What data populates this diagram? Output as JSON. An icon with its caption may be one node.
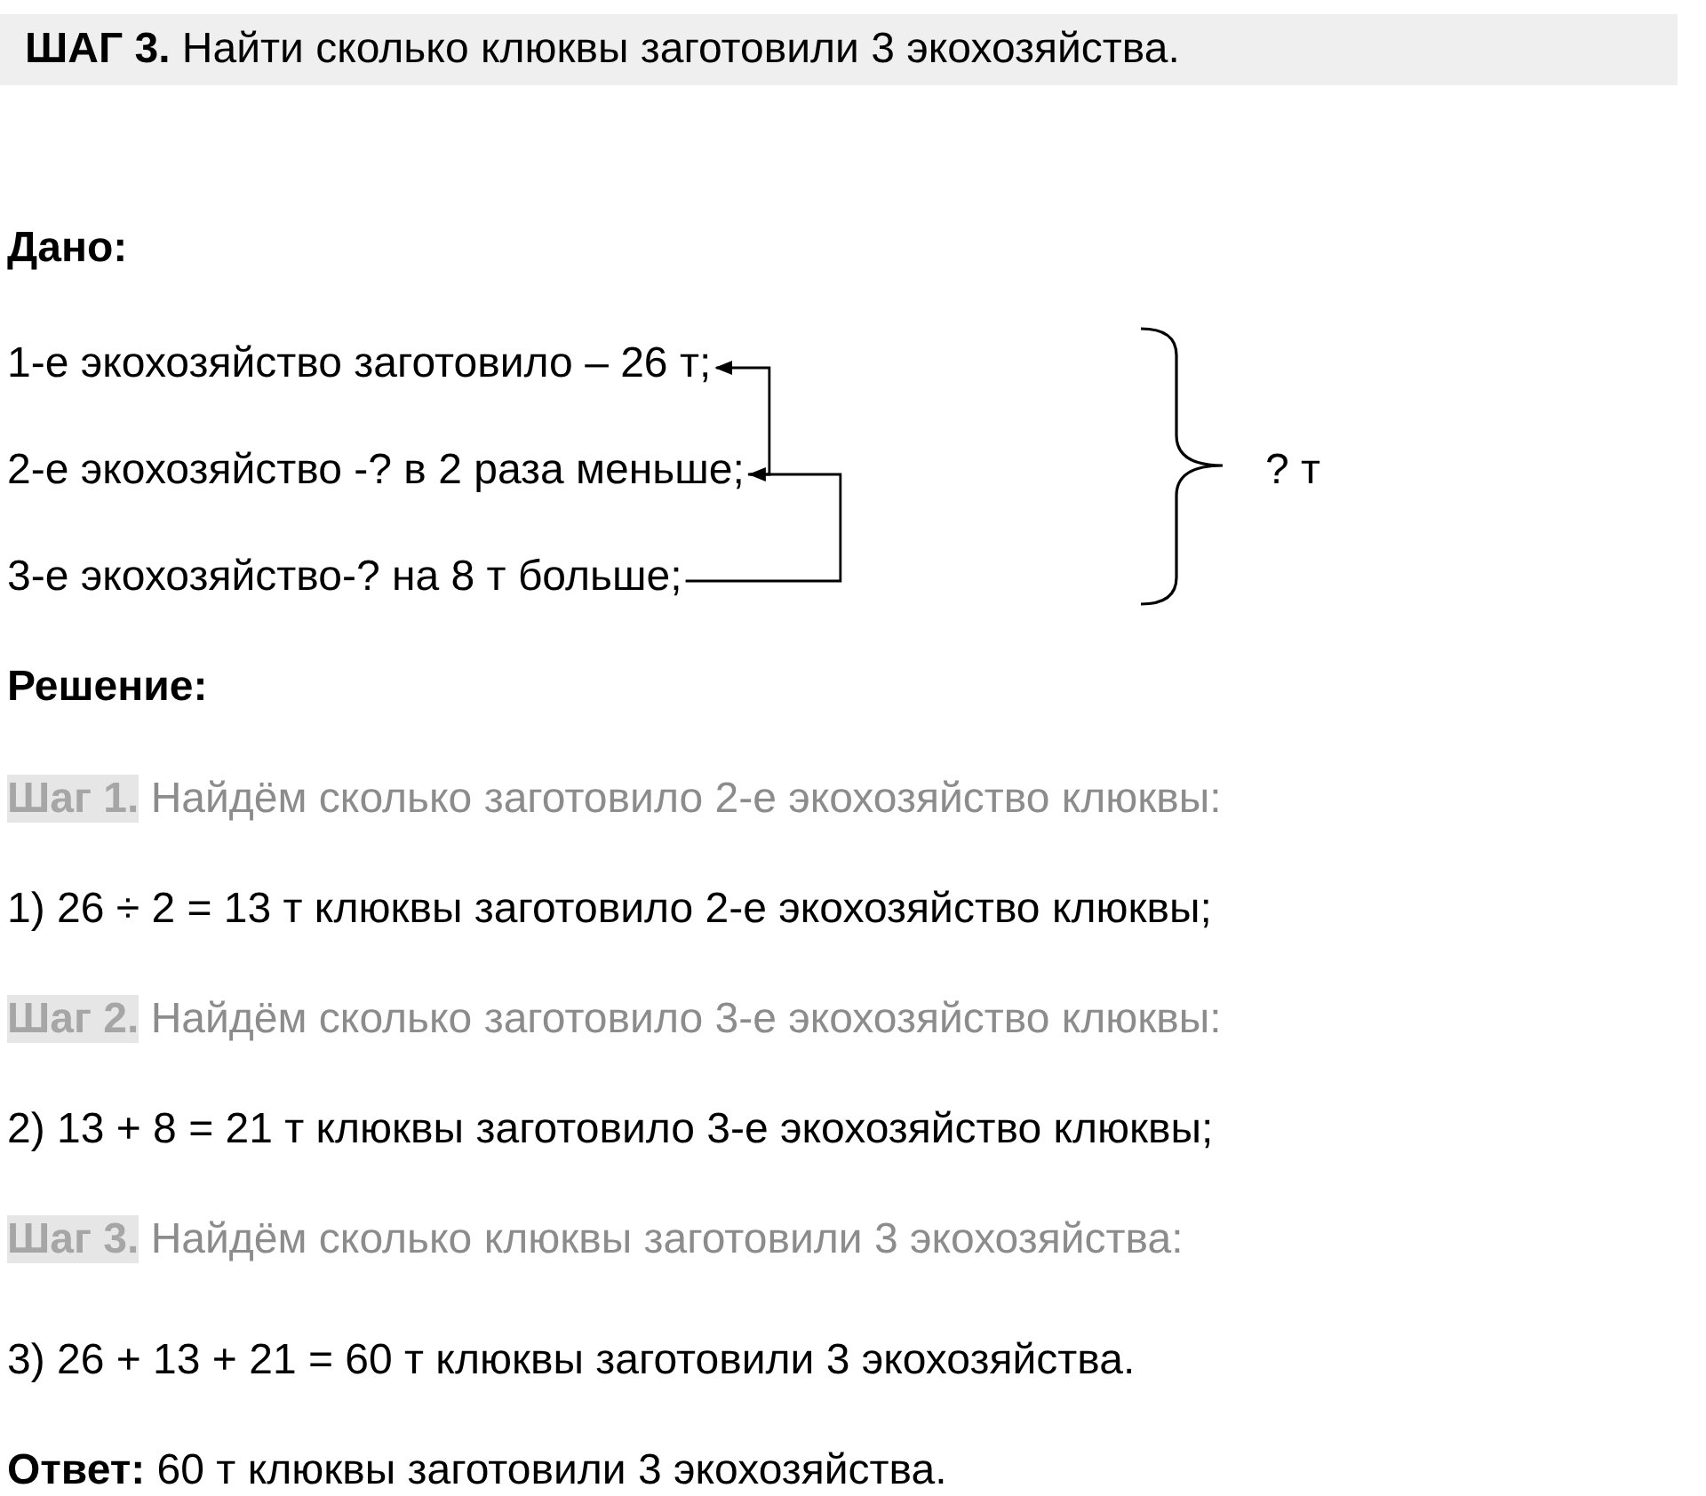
{
  "diagram": {
    "title": "**ШАГ 3.** Найти сколько клюквы заготовили 3 экохозяйства.",
    "nodes": [
      {
        "text": [
          "1-е экохозяйство заготовило – 26 т;"
        ]
      },
      {
        "text": [
          "2-е экохозяйство -? в 2 раза меньше;"
        ]
      },
      {
        "text": [
          "3-е экохозяйство-? на 8 т больше;"
        ]
      }
    ],
    "edges": [
      {
        "from": 1,
        "to": 0,
        "arrow": "to"
      },
      {
        "from": 2,
        "to": 1,
        "arrow": "to"
      }
    ],
    "labels": [
      "Дано:",
      "? т",
      "Решение:",
      "**Шаг 1.** Найдём сколько заготовило 2-е экохозяйство клюквы:",
      "1) 26 ÷ 2 = 13 т клюквы заготовило 2-е экохозяйство клюквы;",
      "**Шаг 2.** Найдём сколько заготовило 3-е экохозяйство клюквы:",
      "2) 13 + 8 = 21 т клюквы заготовило 3-е экохозяйство клюквы;",
      "**Шаг 3.** Найдём сколько клюквы заготовили 3 экохозяйства:",
      "3) 26 + 13 + 21 = 60 т клюквы заготовили 3 экохозяйства.",
      "**Ответ:** 60 т клюквы заготовили 3 экохозяйства."
    ]
  }
}
